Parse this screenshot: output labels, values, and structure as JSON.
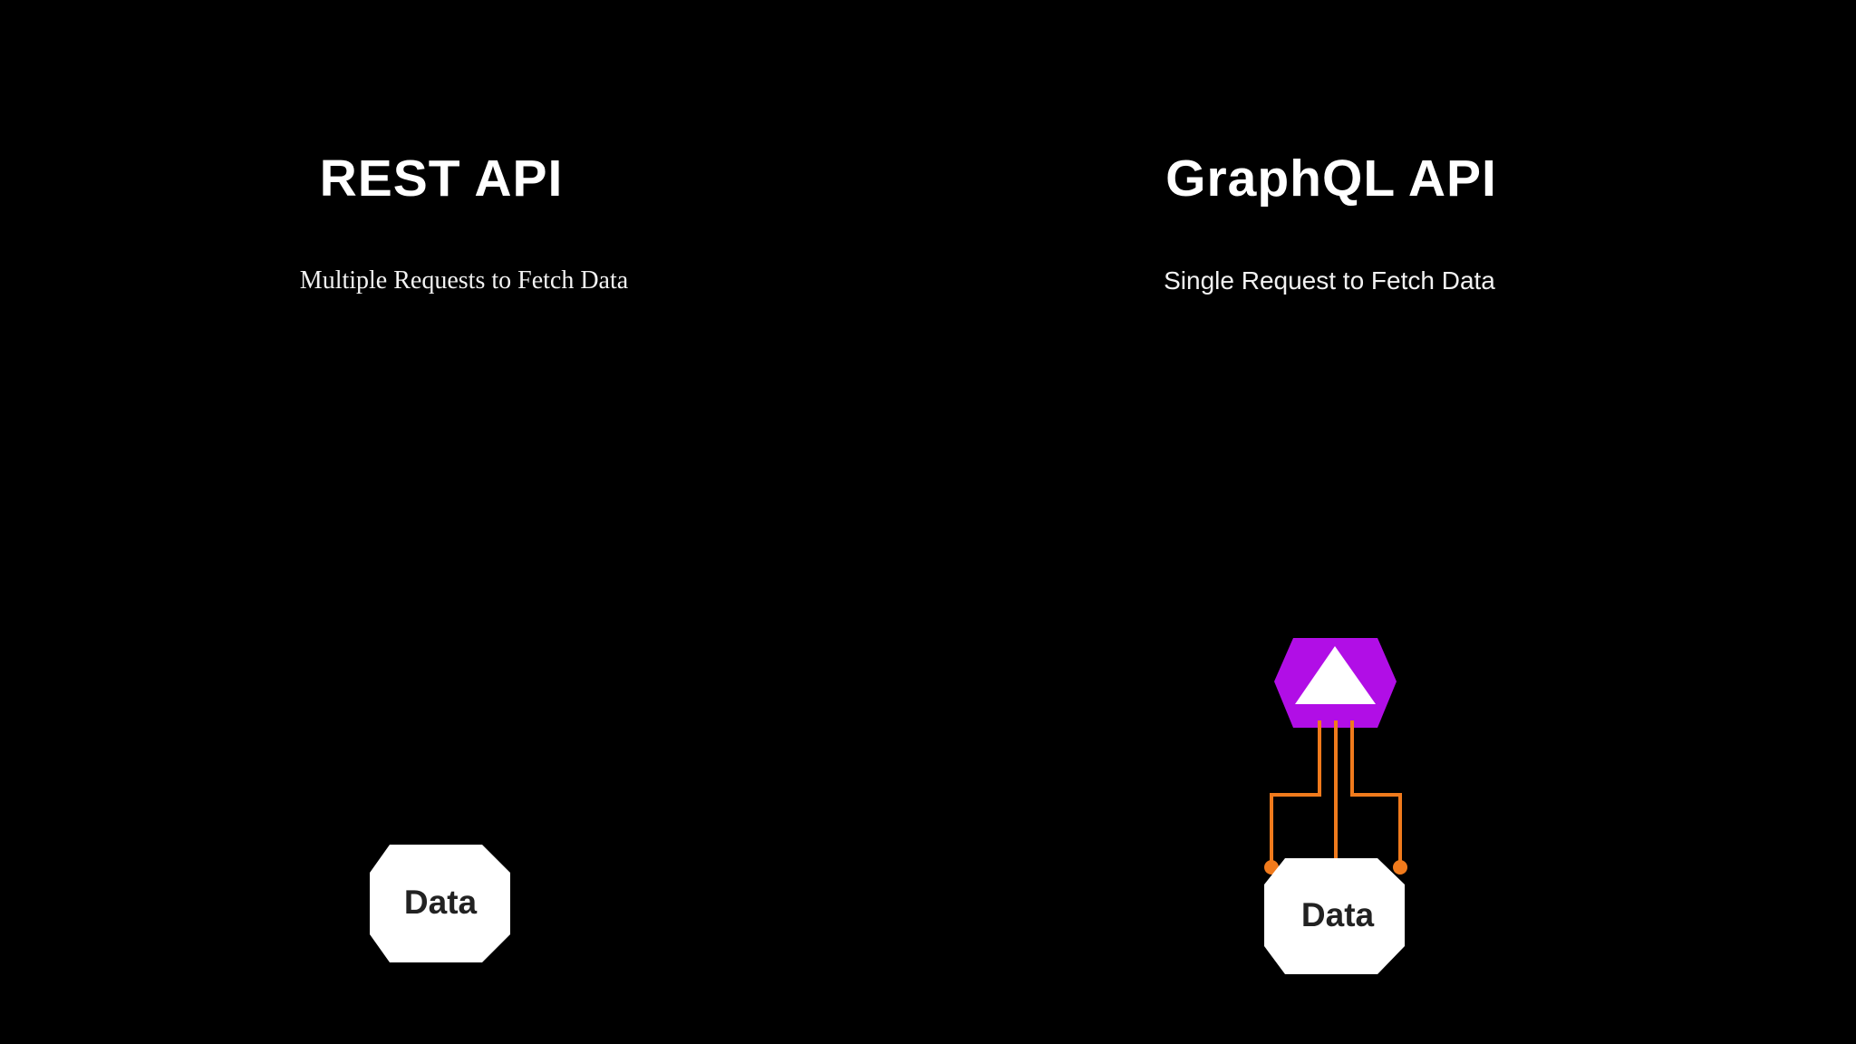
{
  "rest": {
    "title": "REST API",
    "subtitle": "Multiple Requests to Fetch Data",
    "data_label": "Data"
  },
  "graphql": {
    "title": "GraphQL API",
    "subtitle": "Single Request to Fetch Data",
    "data_label": "Data"
  },
  "colors": {
    "background": "#000000",
    "arrow": "#f07a1c",
    "graphql_logo": "#b10ee6",
    "data_node": "#ffffff",
    "title_text": "#ffffff"
  },
  "icons": {
    "graphql_node": "graphql-logo-icon"
  }
}
